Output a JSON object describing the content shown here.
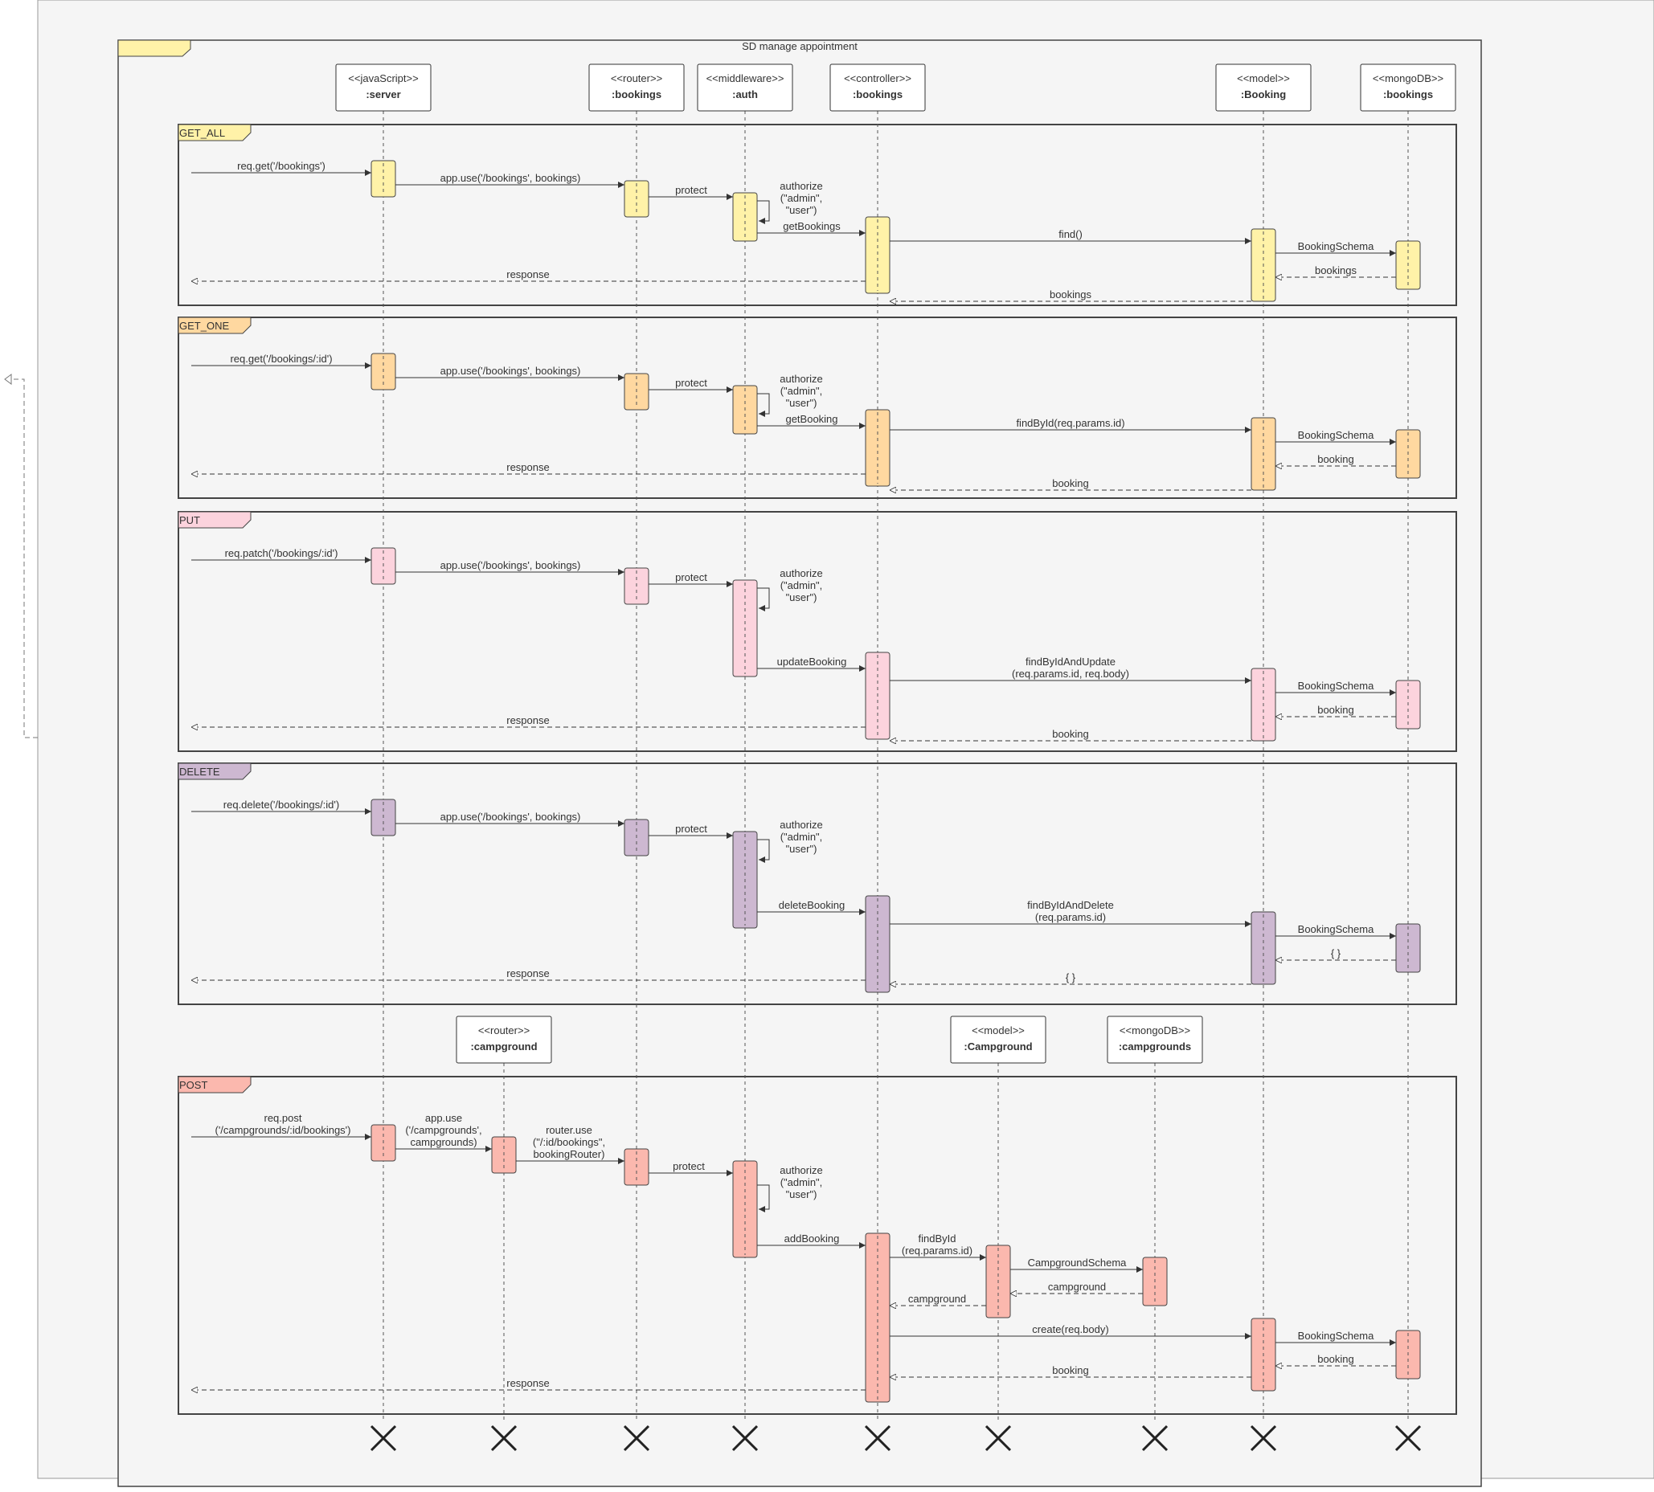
{
  "diagram": {
    "title": "SD manage appointment"
  },
  "colors": {
    "get_all": "#fff2a8",
    "get_one": "#ffd8a0",
    "put": "#fcd3dd",
    "delete": "#cdb8d1",
    "post": "#fbb8ae",
    "frame_bg": "#f5f5f5",
    "stroke": "#333333"
  },
  "lifelines": [
    {
      "id": "server",
      "stereotype": "<<javaScript>>",
      "name": ":server"
    },
    {
      "id": "router_bookings",
      "stereotype": "<<router>>",
      "name": ":bookings"
    },
    {
      "id": "auth",
      "stereotype": "<<middleware>>",
      "name": ":auth"
    },
    {
      "id": "controller",
      "stereotype": "<<controller>>",
      "name": ":bookings"
    },
    {
      "id": "model_booking",
      "stereotype": "<<model>>",
      "name": ":Booking"
    },
    {
      "id": "mongo_bookings",
      "stereotype": "<<mongoDB>>",
      "name": ":bookings"
    },
    {
      "id": "router_campground",
      "stereotype": "<<router>>",
      "name": ":campground"
    },
    {
      "id": "model_campground",
      "stereotype": "<<model>>",
      "name": ":Campground"
    },
    {
      "id": "mongo_campgrounds",
      "stereotype": "<<mongoDB>>",
      "name": ":campgrounds"
    }
  ],
  "fragments": [
    {
      "id": "get_all",
      "label": "GET_ALL",
      "messages": [
        {
          "text": [
            "req.get('/bookings')"
          ]
        },
        {
          "text": [
            "app.use('/bookings', bookings)"
          ]
        },
        {
          "text": [
            "protect"
          ]
        },
        {
          "text": [
            "authorize",
            "(\"admin\",",
            "\"user\")"
          ]
        },
        {
          "text": [
            "getBookings"
          ]
        },
        {
          "text": [
            "find()"
          ]
        },
        {
          "text": [
            "BookingSchema"
          ]
        },
        {
          "text": [
            "bookings"
          ]
        },
        {
          "text": [
            "bookings"
          ]
        },
        {
          "text": [
            "response"
          ]
        }
      ]
    },
    {
      "id": "get_one",
      "label": "GET_ONE",
      "messages": [
        {
          "text": [
            "req.get('/bookings/:id')"
          ]
        },
        {
          "text": [
            "app.use('/bookings', bookings)"
          ]
        },
        {
          "text": [
            "protect"
          ]
        },
        {
          "text": [
            "authorize",
            "(\"admin\",",
            "\"user\")"
          ]
        },
        {
          "text": [
            "getBooking"
          ]
        },
        {
          "text": [
            "findById(req.params.id)"
          ]
        },
        {
          "text": [
            "BookingSchema"
          ]
        },
        {
          "text": [
            "booking"
          ]
        },
        {
          "text": [
            "booking"
          ]
        },
        {
          "text": [
            "response"
          ]
        }
      ]
    },
    {
      "id": "put",
      "label": "PUT",
      "messages": [
        {
          "text": [
            "req.patch('/bookings/:id')"
          ]
        },
        {
          "text": [
            "app.use('/bookings', bookings)"
          ]
        },
        {
          "text": [
            "protect"
          ]
        },
        {
          "text": [
            "authorize",
            "(\"admin\",",
            "\"user\")"
          ]
        },
        {
          "text": [
            "updateBooking"
          ]
        },
        {
          "text": [
            "findByIdAndUpdate",
            "(req.params.id, req.body)"
          ]
        },
        {
          "text": [
            "BookingSchema"
          ]
        },
        {
          "text": [
            "booking"
          ]
        },
        {
          "text": [
            "booking"
          ]
        },
        {
          "text": [
            "response"
          ]
        }
      ]
    },
    {
      "id": "delete",
      "label": "DELETE",
      "messages": [
        {
          "text": [
            "req.delete('/bookings/:id')"
          ]
        },
        {
          "text": [
            "app.use('/bookings', bookings)"
          ]
        },
        {
          "text": [
            "protect"
          ]
        },
        {
          "text": [
            "authorize",
            "(\"admin\",",
            "\"user\")"
          ]
        },
        {
          "text": [
            "deleteBooking"
          ]
        },
        {
          "text": [
            "findByIdAndDelete",
            "(req.params.id)"
          ]
        },
        {
          "text": [
            "BookingSchema"
          ]
        },
        {
          "text": [
            "{ }"
          ]
        },
        {
          "text": [
            "{ }"
          ]
        },
        {
          "text": [
            "response"
          ]
        }
      ]
    },
    {
      "id": "post",
      "label": "POST",
      "messages": [
        {
          "text": [
            "req.post",
            "('/campgrounds/:id/bookings')"
          ]
        },
        {
          "text": [
            "app.use",
            "('/campgrounds',",
            "campgrounds)"
          ]
        },
        {
          "text": [
            "router.use",
            "(\"/:id/bookings\",",
            "bookingRouter)"
          ]
        },
        {
          "text": [
            "protect"
          ]
        },
        {
          "text": [
            "authorize",
            "(\"admin\",",
            "\"user\")"
          ]
        },
        {
          "text": [
            "addBooking"
          ]
        },
        {
          "text": [
            "findById",
            "(req.params.id)"
          ]
        },
        {
          "text": [
            "CampgroundSchema"
          ]
        },
        {
          "text": [
            "campground"
          ]
        },
        {
          "text": [
            "campground"
          ]
        },
        {
          "text": [
            "create(req.body)"
          ]
        },
        {
          "text": [
            "BookingSchema"
          ]
        },
        {
          "text": [
            "booking"
          ]
        },
        {
          "text": [
            "booking"
          ]
        },
        {
          "text": [
            "response"
          ]
        }
      ]
    }
  ]
}
